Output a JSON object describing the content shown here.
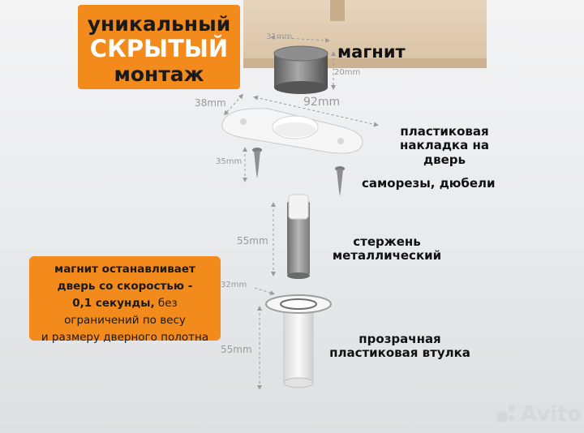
{
  "headline": {
    "line1": "уникальный",
    "line2": "СКРЫТЫЙ",
    "line3": "монтаж"
  },
  "labels": {
    "magnet": "магнит",
    "plate_line1": "пластиковая",
    "plate_line2": "накладка на дверь",
    "screws": "саморезы, дюбели",
    "rod_line1": "стержень",
    "rod_line2": "металлический",
    "sleeve_line1": "прозрачная",
    "sleeve_line2": "пластиковая втулка"
  },
  "measurements": {
    "magnet_diameter": "31mm",
    "magnet_height": "20mm",
    "plate_width": "38mm",
    "plate_length": "92mm",
    "screw_length": "35mm",
    "rod_length": "55mm",
    "sleeve_diameter": "32mm",
    "sleeve_length": "55mm"
  },
  "note": {
    "line1": "магнит останавливает",
    "line2": "дверь со скоростью -",
    "line3_bold": "0,1 секунды,",
    "line3_rest": " без",
    "line4": "ограничений по весу",
    "line5": "и размеру дверного полотна"
  },
  "watermark": {
    "text": "Avito"
  },
  "colors": {
    "accent_orange": "#f28a1c",
    "wood": "#dcc6a8",
    "background": "#ececee"
  }
}
